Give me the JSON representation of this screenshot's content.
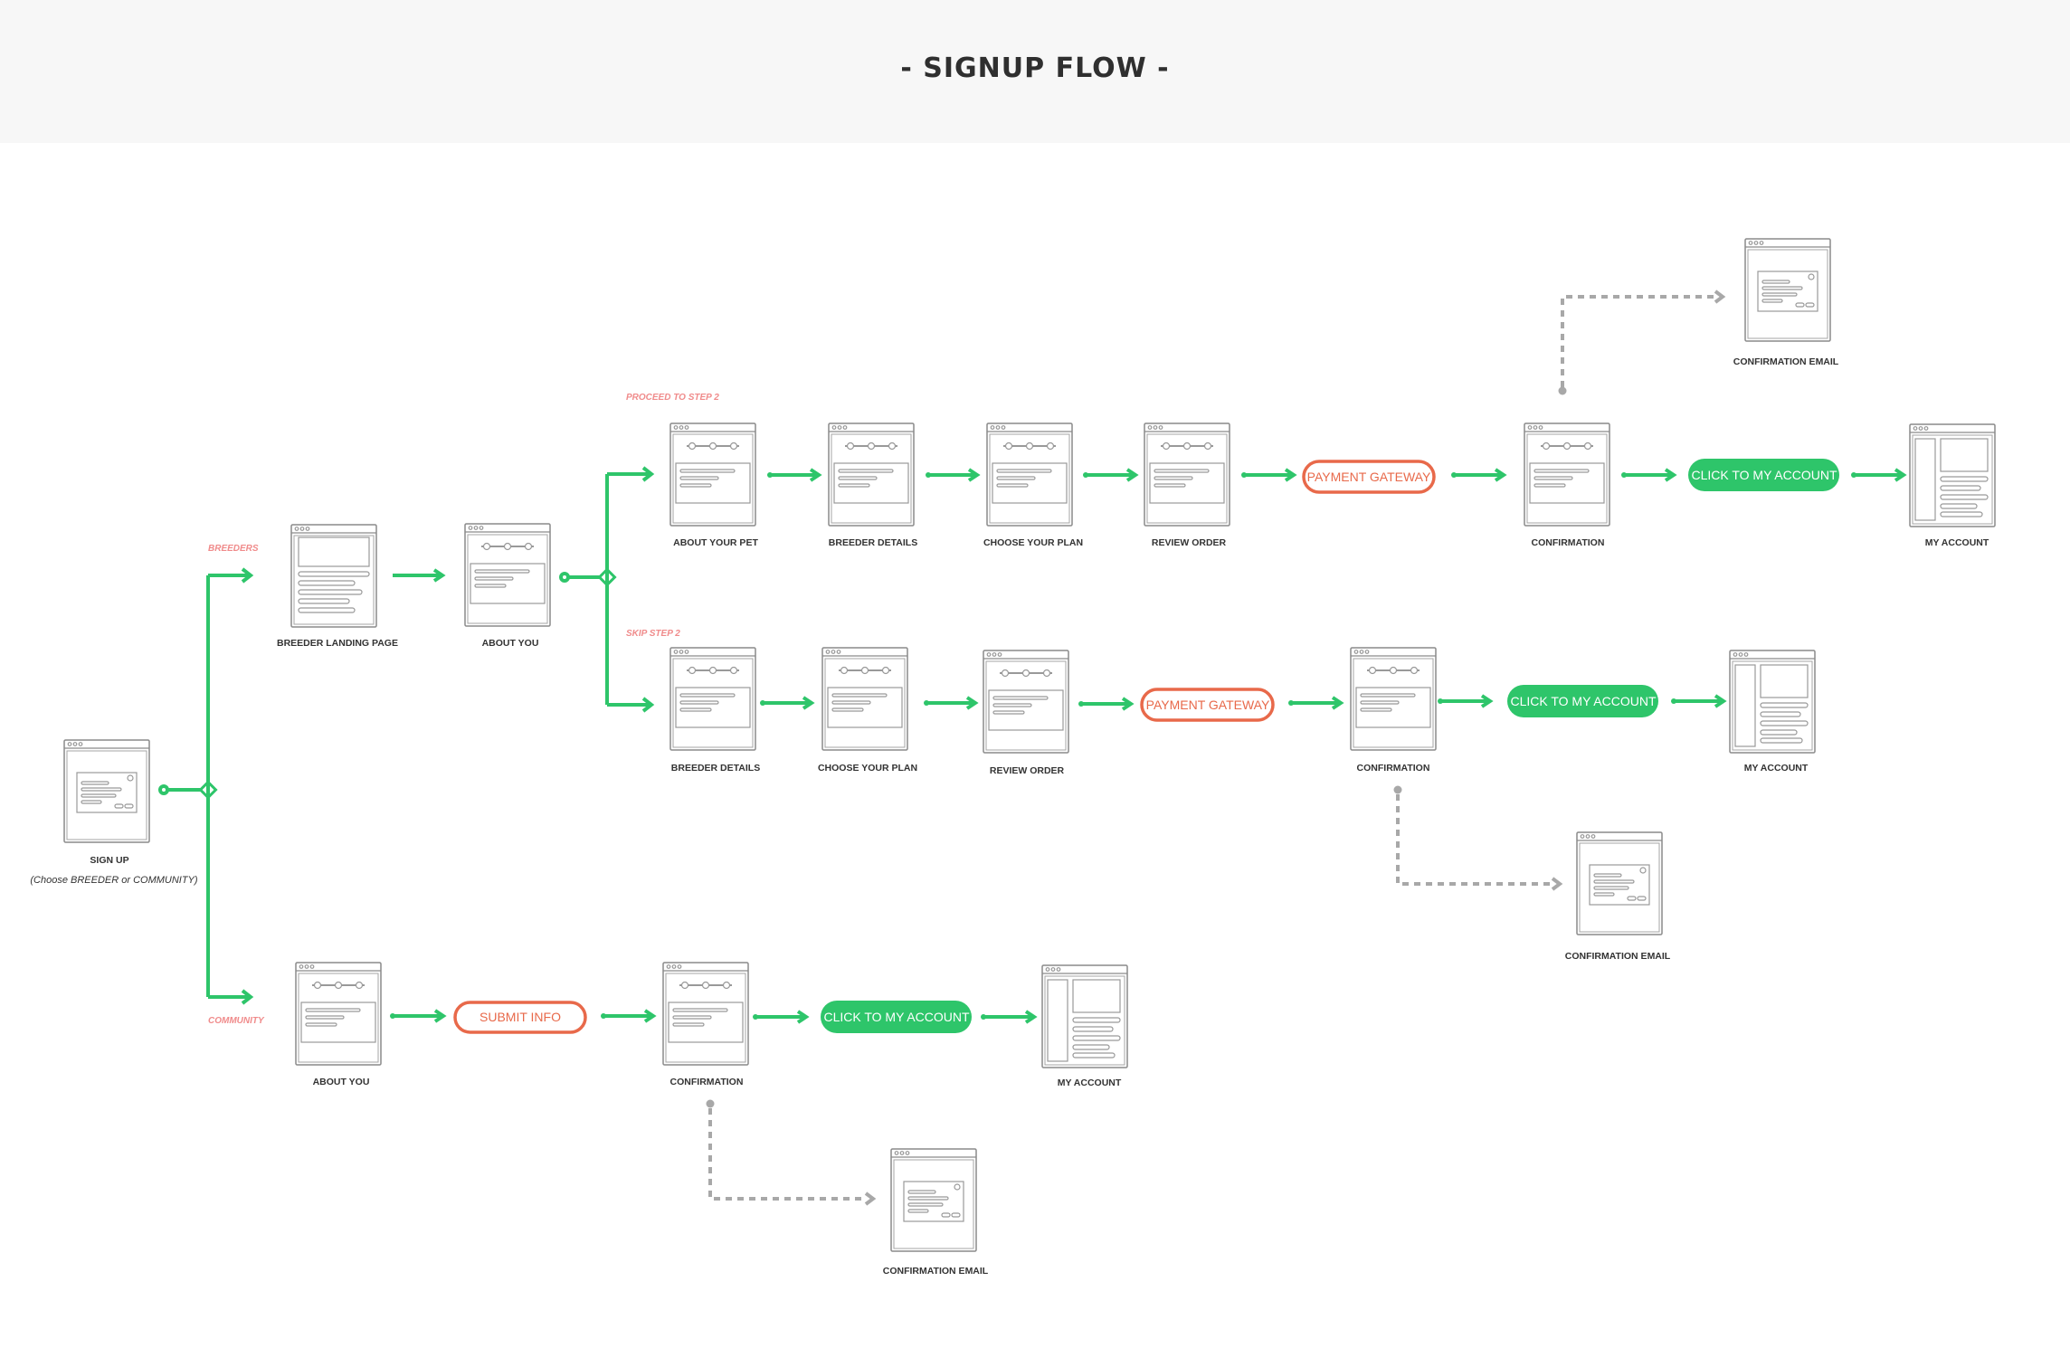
{
  "title": "- SIGNUP FLOW -",
  "branches": {
    "breeders": "BREEDERS",
    "community": "COMMUNITY",
    "proceed": "PROCEED TO STEP 2",
    "skip": "SKIP STEP 2"
  },
  "nodes": {
    "signup": {
      "label": "SIGN UP",
      "sub": "(Choose BREEDER or COMMUNITY)"
    },
    "breeder_landing": {
      "label": "BREEDER LANDING PAGE"
    },
    "about_you_breeder": {
      "label": "ABOUT YOU"
    },
    "p_about_pet": {
      "label": "ABOUT YOUR PET"
    },
    "p_breeder_details": {
      "label": "BREEDER DETAILS"
    },
    "p_choose_plan": {
      "label": "CHOOSE YOUR PLAN"
    },
    "p_review": {
      "label": "REVIEW ORDER"
    },
    "p_payment": {
      "label": "PAYMENT GATEWAY"
    },
    "p_confirmation": {
      "label": "CONFIRMATION"
    },
    "p_click": {
      "label": "CLICK TO MY ACCOUNT"
    },
    "p_account": {
      "label": "MY ACCOUNT"
    },
    "p_email": {
      "label": "CONFIRMATION EMAIL"
    },
    "s_breeder_details": {
      "label": "BREEDER DETAILS"
    },
    "s_choose_plan": {
      "label": "CHOOSE YOUR PLAN"
    },
    "s_review": {
      "label": "REVIEW ORDER"
    },
    "s_payment": {
      "label": "PAYMENT GATEWAY"
    },
    "s_confirmation": {
      "label": "CONFIRMATION"
    },
    "s_click": {
      "label": "CLICK TO MY ACCOUNT"
    },
    "s_account": {
      "label": "MY ACCOUNT"
    },
    "s_email": {
      "label": "CONFIRMATION EMAIL"
    },
    "c_about_you": {
      "label": "ABOUT YOU"
    },
    "c_submit": {
      "label": "SUBMIT INFO"
    },
    "c_confirmation": {
      "label": "CONFIRMATION"
    },
    "c_click": {
      "label": "CLICK TO MY ACCOUNT"
    },
    "c_account": {
      "label": "MY ACCOUNT"
    },
    "c_email": {
      "label": "CONFIRMATION EMAIL"
    }
  },
  "colors": {
    "flow_line": "#2ec56a",
    "action_pill": "#2ec56a",
    "gateway_outline": "#e8694a",
    "branch_label": "#f08b8b",
    "email_link": "#a8a8a8"
  }
}
